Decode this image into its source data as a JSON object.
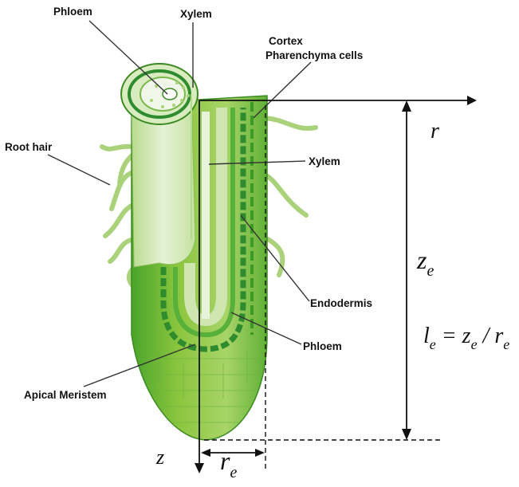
{
  "labels": {
    "phloem_top": "Phloem",
    "xylem_top": "Xylem",
    "cortex_line1": "Cortex",
    "cortex_line2": "Pharenchyma cells",
    "root_hair": "Root hair",
    "xylem_mid": "Xylem",
    "endodermis": "Endodermis",
    "phloem_bottom": "Phloem",
    "apical_meristem": "Apical Meristem"
  },
  "math": {
    "r_axis": "r",
    "z_axis": "z",
    "ze_var": "z",
    "ze_sub": "e",
    "re_var": "r",
    "re_sub": "e",
    "eq_l": "l",
    "eq_l_sub": "e",
    "eq_mid": " = z",
    "eq_mid_sub": "e",
    "eq_slash": " / r",
    "eq_end_sub": "e"
  },
  "colors": {
    "tissue_dark": "#3f9e1f",
    "tissue_mid": "#8cc63f",
    "tissue_light": "#d8ecb8",
    "endodermis_band": "#2e8b2e",
    "xylem_core": "#c9e3a8",
    "cut_face": "#e9f3dd"
  }
}
